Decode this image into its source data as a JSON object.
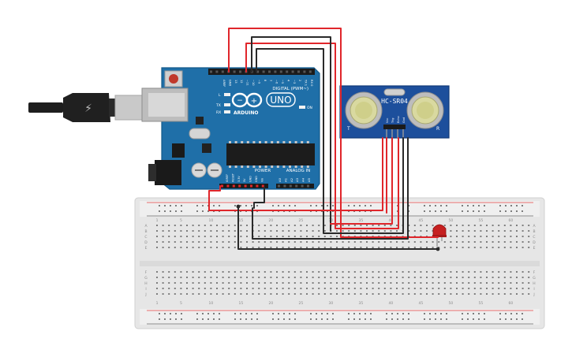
{
  "arduino": {
    "logo_text": "ARDUINO",
    "model": "UNO",
    "digital_label": "DIGITAL (PWM~)",
    "power_label": "POWER",
    "analog_label": "ANALOG IN",
    "led_l": "L",
    "led_tx": "TX",
    "led_rx": "RX",
    "on_label": "ON",
    "digital_pins": [
      "AREF",
      "GND",
      "13",
      "12",
      "~11",
      "~10",
      "~9",
      "8",
      "7",
      "~6",
      "~5",
      "4",
      "~3",
      "2",
      "TX 1",
      "RX 0"
    ],
    "power_pins": [
      "IOREF",
      "RESET",
      "3.3V",
      "5V",
      "GND",
      "GND",
      "Vin"
    ],
    "analog_pins": [
      "A0",
      "A1",
      "A2",
      "A3",
      "A4",
      "A5"
    ]
  },
  "sensor": {
    "name": "HC-SR04",
    "label_t": "T",
    "label_r": "R",
    "pins": [
      "Vcc",
      "Trig",
      "Echo",
      "Gnd"
    ]
  },
  "breadboard": {
    "col_numbers": [
      "1",
      "5",
      "10",
      "15",
      "20",
      "25",
      "30",
      "35",
      "40",
      "45",
      "50",
      "55",
      "60"
    ],
    "row_letters_top": [
      "A",
      "B",
      "C",
      "D",
      "E"
    ],
    "row_letters_bottom": [
      "F",
      "G",
      "H",
      "I",
      "J"
    ]
  },
  "colors": {
    "board": "#1f6fa8",
    "board_dark": "#155a8a",
    "sensor": "#1d4f9c",
    "breadboard": "#ececec",
    "wire_red": "#e0262b",
    "wire_black": "#2a2a2a",
    "led": "#c62020"
  }
}
